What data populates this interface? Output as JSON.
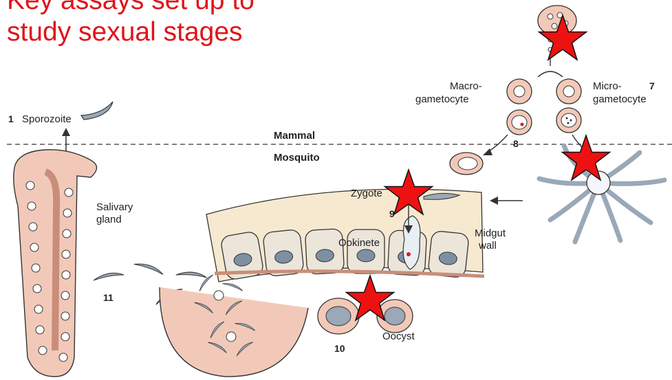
{
  "title": {
    "line1": "Key assays set up to",
    "line2": "study sexual stages"
  },
  "diagram": {
    "sporozoite_label": "Sporozoite",
    "step_1": "1",
    "mammal_label": "Mammal",
    "mosquito_label": "Mosquito",
    "salivary_gland_label_1": "Salivary",
    "salivary_gland_label_2": "gland",
    "macrogametocyte_label_1": "Macro-",
    "macrogametocyte_label_2": "gametocyte",
    "microgametocyte_label_1": "Micro-",
    "microgametocyte_label_2": "gametocyte",
    "step_7": "7",
    "step_8": "8",
    "zygote_label": "Zygote",
    "step_9": "9",
    "ookinete_label": "Ookinete",
    "midgut_label_1": "Midgut",
    "midgut_label_2": "wall",
    "step_10": "10",
    "oocyst_label": "Oocyst",
    "step_11": "11"
  },
  "colors": {
    "title": "#e0141a",
    "star_fill": "#ee1111",
    "cell_fill": "#f2c9b8",
    "parasite_fill": "#9aa8b8"
  },
  "icons": [
    "red-star-icon",
    "red-star-icon",
    "red-star-icon",
    "red-star-icon"
  ]
}
